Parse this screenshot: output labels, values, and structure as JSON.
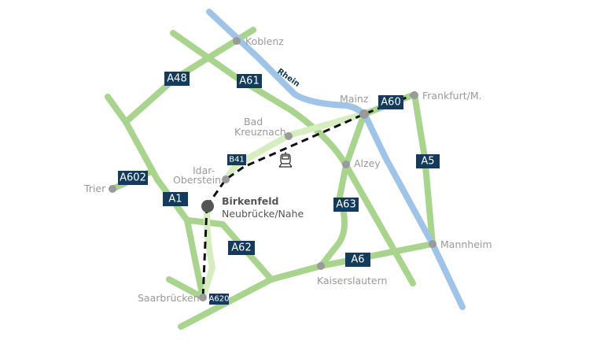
{
  "river": {
    "name": "Rhein"
  },
  "roads": [
    "A48",
    "A61",
    "A60",
    "A602",
    "A1",
    "B41",
    "A63",
    "A5",
    "A62",
    "A6",
    "A620"
  ],
  "cities": {
    "koblenz": "Koblenz",
    "mainz": "Mainz",
    "frankfurt": "Frankfurt/M.",
    "bad_kreuznach_1": "Bad",
    "bad_kreuznach_2": "Kreuznach",
    "idar_1": "Idar-",
    "idar_2": "Oberstein",
    "alzey": "Alzey",
    "trier": "Trier",
    "birkenfeld": "Birkenfeld",
    "neubruecke": "Neubrücke/Nahe",
    "mannheim": "Mannheim",
    "kaiserslautern": "Kaiserslautern",
    "saarbruecken": "Saarbrücken"
  },
  "colors": {
    "road": "#a8d48d",
    "road_light": "#d6edbf",
    "river": "#9fc4e8",
    "sign": "#143a5c"
  }
}
